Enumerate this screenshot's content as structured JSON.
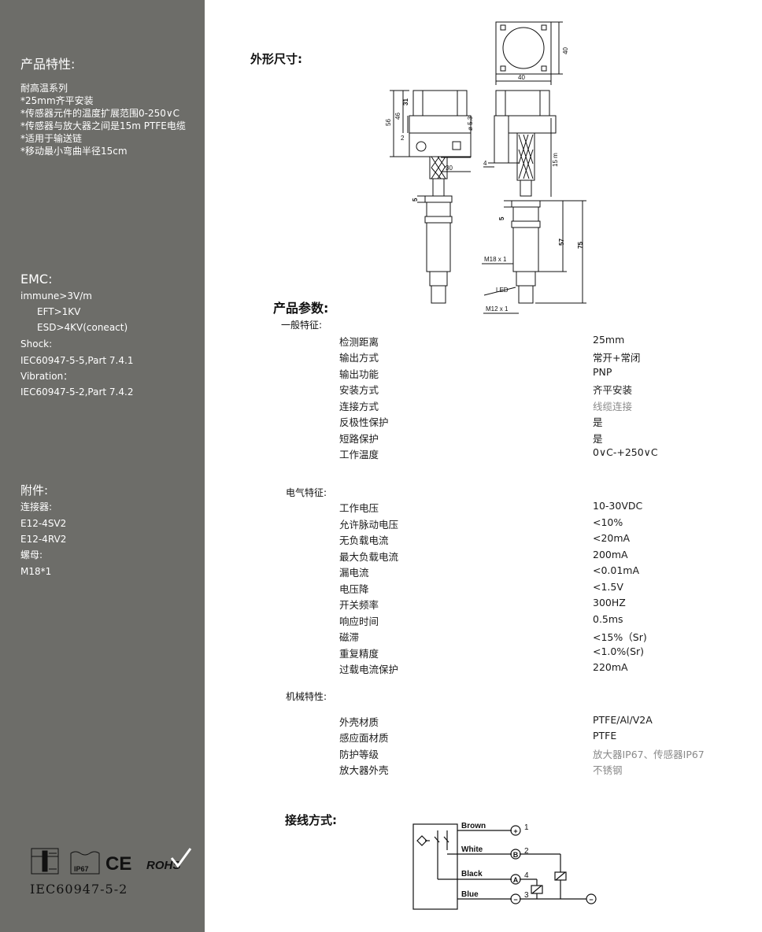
{
  "sidebar": {
    "features": {
      "title": "产品特性:",
      "lines": [
        "耐高温系列",
        "*25mm齐平安装",
        "*传感器元件的温度扩展范围0-250∨C",
        "*传感器与放大器之间是15m PTFE电缆",
        "*适用于输送链",
        "*移动最小弯曲半径15cm"
      ]
    },
    "emc": {
      "title": "EMC:",
      "lines": [
        "immune>3V/m",
        "EFT>1KV",
        "ESD>4KV(coneact)",
        "Shock:",
        "IEC60947-5-5,Part 7.4.1",
        "Vibration：",
        "IEC60947-5-2,Part 7.4.2"
      ]
    },
    "accessories": {
      "title": "附件:",
      "lines": [
        "连接器:",
        "E12-4SV2",
        "E12-4RV2",
        "螺母:",
        "M18*1"
      ]
    },
    "certs": {
      "ip_label": "IP67",
      "ce_label": "CE",
      "rohs_label": "ROHS",
      "standard": "IEC60947-5-2"
    }
  },
  "dimensions": {
    "title": "外形尺寸:",
    "labels": {
      "d40a": "40",
      "d40b": "40",
      "d56": "56",
      "d46": "46",
      "d31": "31",
      "d2": "2",
      "d30": "30",
      "d53": "ø 5.3",
      "d4": "4",
      "d15m": "15 m",
      "d5a": "5",
      "d5b": "5",
      "d57": "57",
      "d75": "75",
      "m18": "M18 x 1",
      "led": "LED",
      "m12": "M12 x 1"
    }
  },
  "params": {
    "title": "产品参数:",
    "general": {
      "title": "一般特征:",
      "rows": [
        {
          "k": "检测距离",
          "v": "25mm"
        },
        {
          "k": "输出方式",
          "v": "常开+常闭"
        },
        {
          "k": "输出功能",
          "v": "PNP"
        },
        {
          "k": "安装方式",
          "v": "齐平安装"
        },
        {
          "k": "连接方式",
          "v": "线缆连接"
        },
        {
          "k": "反极性保护",
          "v": "是"
        },
        {
          "k": "短路保护",
          "v": "是"
        },
        {
          "k": "工作温度",
          "v": "0∨C-+250∨C"
        }
      ]
    },
    "electrical": {
      "title": "电气特征:",
      "rows": [
        {
          "k": "工作电压",
          "v": "10-30VDC"
        },
        {
          "k": "允许脉动电压",
          "v": "<10%"
        },
        {
          "k": "无负载电流",
          "v": "<20mA"
        },
        {
          "k": "最大负载电流",
          "v": "200mA"
        },
        {
          "k": "漏电流",
          "v": "<0.01mA"
        },
        {
          "k": "电压降",
          "v": "<1.5V"
        },
        {
          "k": "开关频率",
          "v": "300HZ"
        },
        {
          "k": "响应时间",
          "v": "0.5ms"
        },
        {
          "k": "磁滞",
          "v": "<15%（Sr)"
        },
        {
          "k": "重复精度",
          "v": "<1.0%(Sr)"
        },
        {
          "k": "过载电流保护",
          "v": "220mA"
        }
      ]
    },
    "mechanical": {
      "title": "机械特性:",
      "rows": [
        {
          "k": "外壳材质",
          "v": "PTFE/Al/V2A"
        },
        {
          "k": "感应面材质",
          "v": "PTFE"
        },
        {
          "k": "防护等级",
          "v": "放大器IP67、传感器IP67"
        },
        {
          "k": "放大器外壳",
          "v": "不锈钢"
        }
      ]
    }
  },
  "wiring": {
    "title": "接线方式:",
    "wires": [
      {
        "name": "Brown",
        "pin": "1",
        "symbol": "+"
      },
      {
        "name": "White",
        "pin": "2",
        "symbol": "B"
      },
      {
        "name": "Black",
        "pin": "4",
        "symbol": "A"
      },
      {
        "name": "Blue",
        "pin": "3",
        "symbol": "−"
      }
    ],
    "ground_symbol": "−"
  }
}
